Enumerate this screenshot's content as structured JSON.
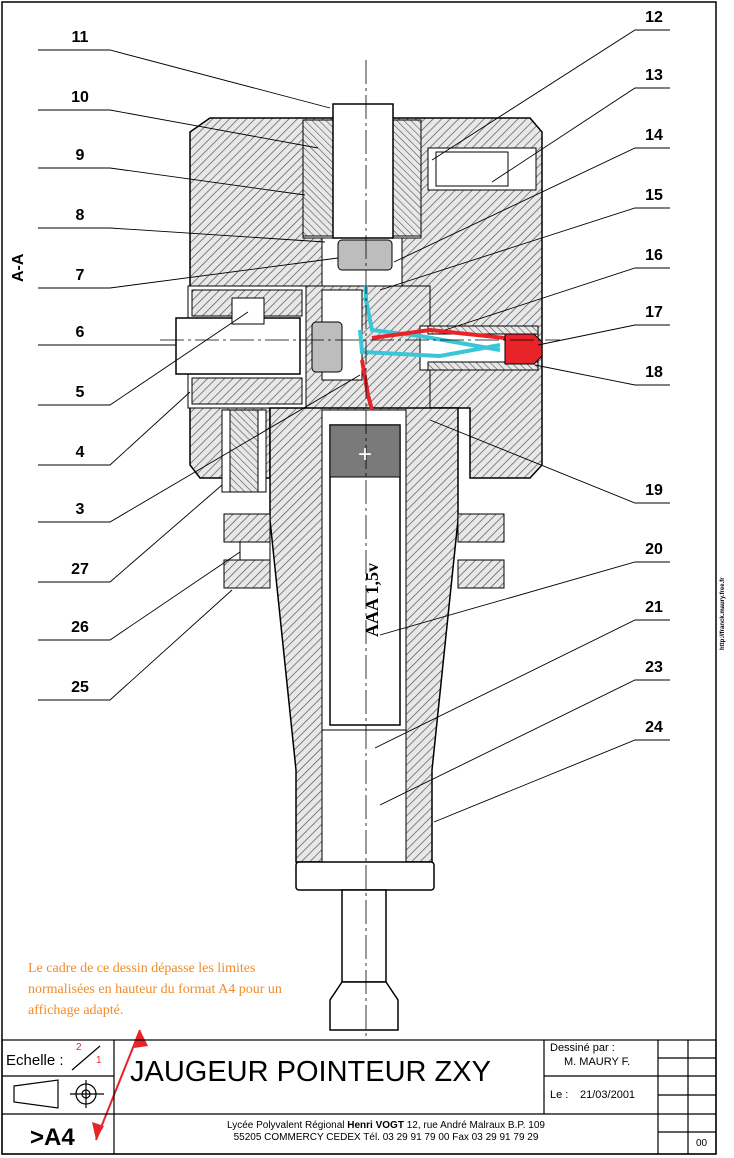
{
  "section_label": "A-A",
  "url_text": "http://franck.maury.free.fr",
  "callouts": [
    "11",
    "10",
    "9",
    "8",
    "7",
    "6",
    "5",
    "4",
    "3",
    "27",
    "26",
    "25",
    "12",
    "13",
    "14",
    "15",
    "16",
    "17",
    "18",
    "19",
    "20",
    "21",
    "23",
    "24"
  ],
  "battery": {
    "label": "AAA 1,5v",
    "plus": "+"
  },
  "note": "Le cadre de ce dessin dépasse les limites normalisées en hauteur du format A4 pour un affichage adapté.",
  "title_block": {
    "scale_label": "Echelle :",
    "scale_num": "2",
    "scale_den": "1",
    "title": "JAUGEUR POINTEUR ZXY",
    "drawn_by_label": "Dessiné par :",
    "drawn_by": "M. MAURY F.",
    "date_label": "Le :",
    "date": "21/03/2001",
    "format": ">A4",
    "school_line1_pre": "Lycée Polyvalent Régional",
    "school_name": "Henri VOGT",
    "school_line1_post": "12, rue André Malraux B.P. 109",
    "school_line2": "55205 COMMERCY CEDEX Tél. 03 29 91 79 00 Fax 03 29 91 79 29",
    "revision": "00"
  },
  "colors": {
    "wire_red": "#e8242a",
    "wire_cyan": "#39c6d6",
    "led_red": "#e8242a",
    "note_orange": "#f28c28",
    "battery_cap": "#7a7a7a"
  }
}
